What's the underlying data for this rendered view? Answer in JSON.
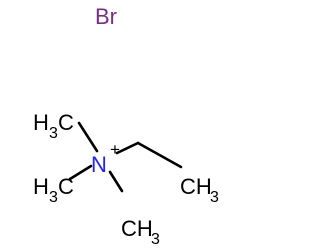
{
  "counter_ion": {
    "symbol": "Br",
    "color": "#7d2a8c"
  },
  "atoms": {
    "nitrogen": {
      "symbol": "N",
      "charge": "+",
      "color": "#2323ff"
    },
    "methyl_upper_left": {
      "carbon": "H",
      "subscript": "3",
      "suffix": "C"
    },
    "methyl_left": {
      "carbon": "H",
      "subscript": "3",
      "suffix": "C"
    },
    "methyl_bottom": {
      "prefix": "CH",
      "subscript": "3"
    },
    "methyl_right": {
      "prefix": "CH",
      "subscript": "3"
    }
  },
  "bond_color": "#000000",
  "text_color": "#000000"
}
